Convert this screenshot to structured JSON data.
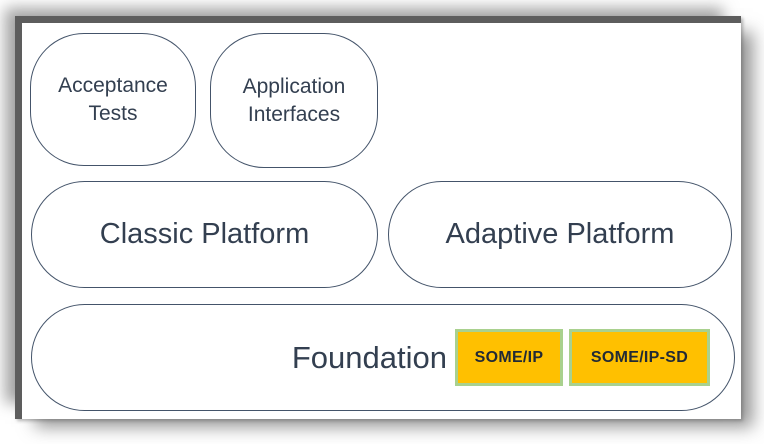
{
  "diagram": {
    "top_bubbles": [
      {
        "label": "Acceptance Tests"
      },
      {
        "label": "Application Interfaces"
      }
    ],
    "platforms": [
      {
        "label": "Classic Platform"
      },
      {
        "label": "Adaptive Platform"
      }
    ],
    "foundation": {
      "label": "Foundation",
      "modules": [
        {
          "label": "SOME/IP"
        },
        {
          "label": "SOME/IP-SD"
        }
      ]
    },
    "colors": {
      "outline": "#44546A",
      "text": "#333F50",
      "module_fill": "#FFC000",
      "module_border": "#A9D18E",
      "module_text": "#222A35",
      "frame": "#5D5D5D",
      "slide_background": "#FFFFFF"
    }
  }
}
